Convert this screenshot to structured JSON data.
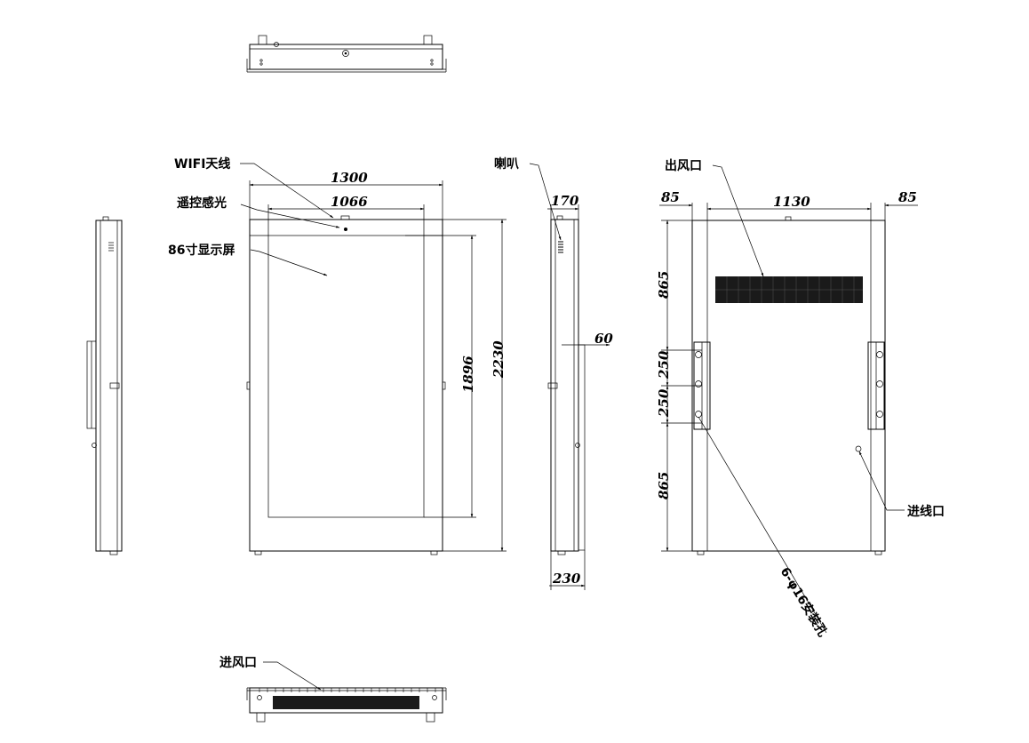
{
  "labels": {
    "wifi": "WIFI天线",
    "remote": "遥控感光",
    "screen": "86寸显示屏",
    "speaker": "喇叭",
    "outlet": "出风口",
    "inlet": "进风口",
    "cable": "进线口",
    "holes": "6-φ16安装孔"
  },
  "dimensions": {
    "front_width": "1300",
    "screen_width": "1066",
    "screen_height": "1896",
    "front_height": "2230",
    "side_depth_top": "170",
    "side_bracket": "60",
    "side_depth_bottom": "230",
    "back_margin_left": "85",
    "back_inner_width": "1130",
    "back_margin_right": "85",
    "back_top_segment": "865",
    "back_hole_spacing_1": "250",
    "back_hole_spacing_2": "250",
    "back_bottom_segment": "865"
  },
  "colors": {
    "line": "#000000",
    "vent": "#1a1a1a",
    "background": "#ffffff"
  }
}
